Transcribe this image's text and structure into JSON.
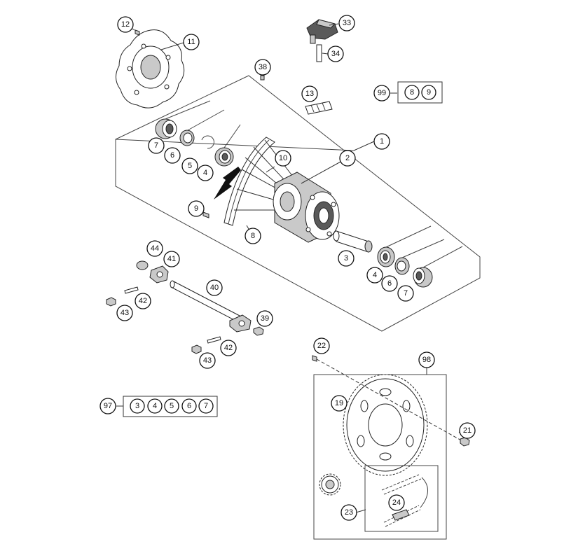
{
  "diagram": {
    "callouts": {
      "c1": "1",
      "c2": "2",
      "c3": "3",
      "c4a": "4",
      "c4b": "4",
      "c5": "5",
      "c6a": "6",
      "c6b": "6",
      "c7a": "7",
      "c7b": "7",
      "c8": "8",
      "c9": "9",
      "c10": "10",
      "c11": "11",
      "c12": "12",
      "c13": "13",
      "c19": "19",
      "c21": "21",
      "c22": "22",
      "c23": "23",
      "c24": "24",
      "c33": "33",
      "c34": "34",
      "c38": "38",
      "c39": "39",
      "c40": "40",
      "c41": "41",
      "c42a": "42",
      "c42b": "42",
      "c43a": "43",
      "c43b": "43",
      "c44": "44",
      "c97": "97",
      "c98": "98",
      "c99": "99"
    },
    "kit_99": {
      "label": "99",
      "items": [
        "8",
        "9"
      ]
    },
    "kit_97": {
      "label": "97",
      "items": [
        "3",
        "4",
        "5",
        "6",
        "7"
      ]
    }
  }
}
